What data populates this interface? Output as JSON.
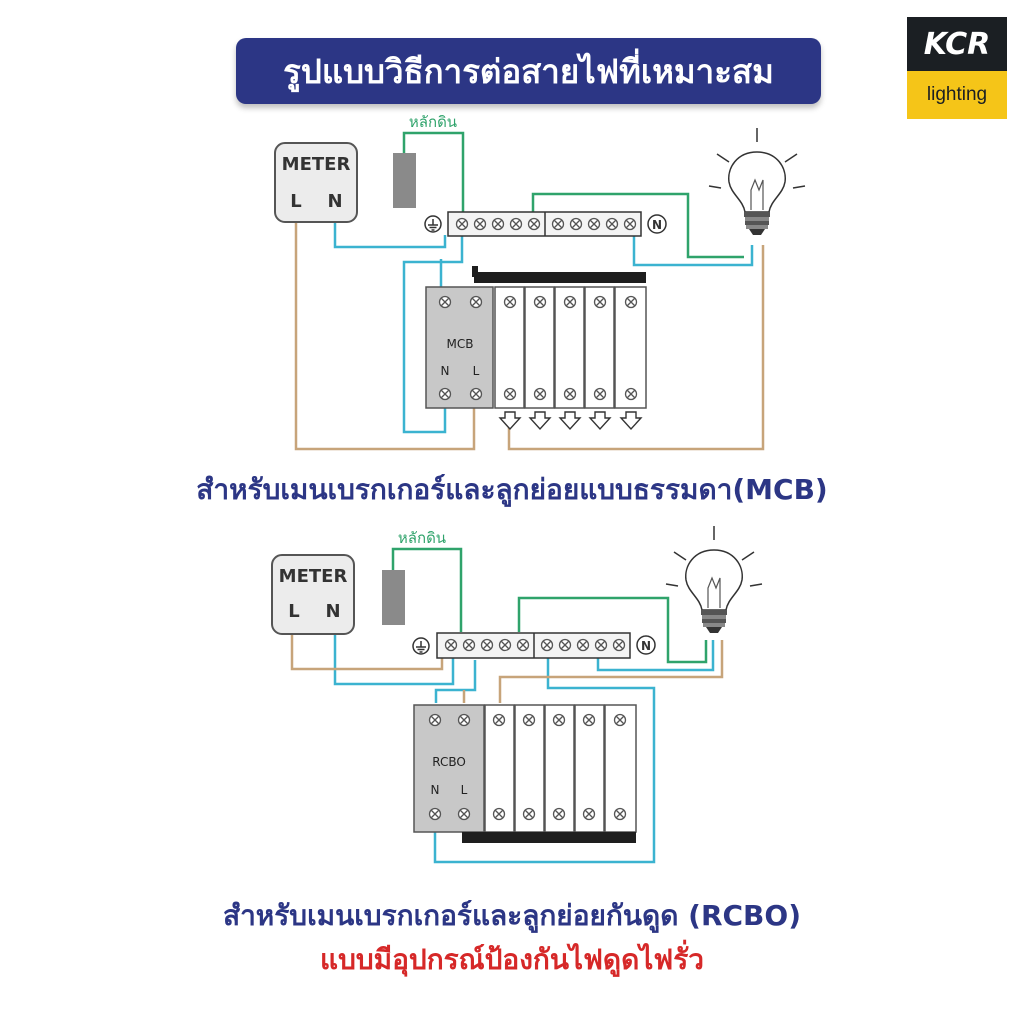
{
  "title": "รูปแบบวิธีการต่อสายไฟที่เหมาะสม",
  "logo": {
    "brand": "KCR",
    "sub": "lighting"
  },
  "diagram1": {
    "ground_label": "หลักดิน",
    "meter_label": "METER",
    "meter_l": "L",
    "meter_n": "N",
    "breaker_label": "MCB",
    "breaker_n": "N",
    "breaker_l": "L",
    "neutral_symbol": "N",
    "caption": "สำหรับเมนเบรกเกอร์และลูกย่อยแบบธรรมดา(MCB)"
  },
  "diagram2": {
    "ground_label": "หลักดิน",
    "meter_label": "METER",
    "meter_l": "L",
    "meter_n": "N",
    "breaker_label": "RCBO",
    "breaker_n": "N",
    "breaker_l": "L",
    "neutral_symbol": "N",
    "caption": "สำหรับเมนเบรกเกอร์และลูกย่อยกันดูด (RCBO)",
    "caption2": "แบบมีอุปกรณ์ป้องกันไฟดูดไฟรั่ว"
  },
  "colors": {
    "title_bg": "#2c3685",
    "caption_blue": "#2c3685",
    "caption_red": "#d62828",
    "wire_blue": "#3bb3d0",
    "wire_tan": "#c7a47a",
    "wire_green": "#2fa36b"
  }
}
